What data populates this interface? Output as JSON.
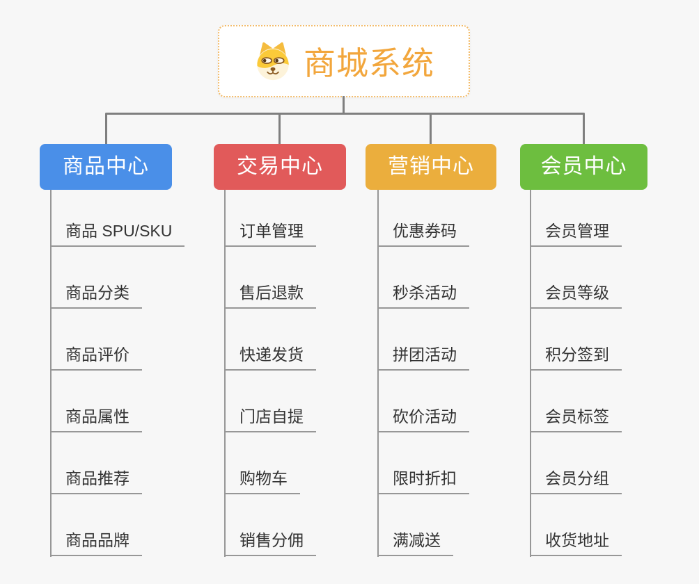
{
  "page": {
    "background": "#F7F7F7"
  },
  "root": {
    "title": "商城系统",
    "icon": "doge-face",
    "text_color": "#F2A63C",
    "border_color": "#F3BC6B"
  },
  "connector_color": "#7F7F7F",
  "line_color": "#979797",
  "branches": [
    {
      "label": "商品中心",
      "color": "#4A8FE8",
      "children": [
        "商品 SPU/SKU",
        "商品分类",
        "商品评价",
        "商品属性",
        "商品推荐",
        "商品品牌"
      ]
    },
    {
      "label": "交易中心",
      "color": "#E15A5A",
      "children": [
        "订单管理",
        "售后退款",
        "快递发货",
        "门店自提",
        "购物车",
        "销售分佣"
      ]
    },
    {
      "label": "营销中心",
      "color": "#EBAE3D",
      "children": [
        "优惠券码",
        "秒杀活动",
        "拼团活动",
        "砍价活动",
        "限时折扣",
        "满减送"
      ]
    },
    {
      "label": "会员中心",
      "color": "#6DBE3F",
      "children": [
        "会员管理",
        "会员等级",
        "积分签到",
        "会员标签",
        "会员分组",
        "收货地址"
      ]
    }
  ]
}
